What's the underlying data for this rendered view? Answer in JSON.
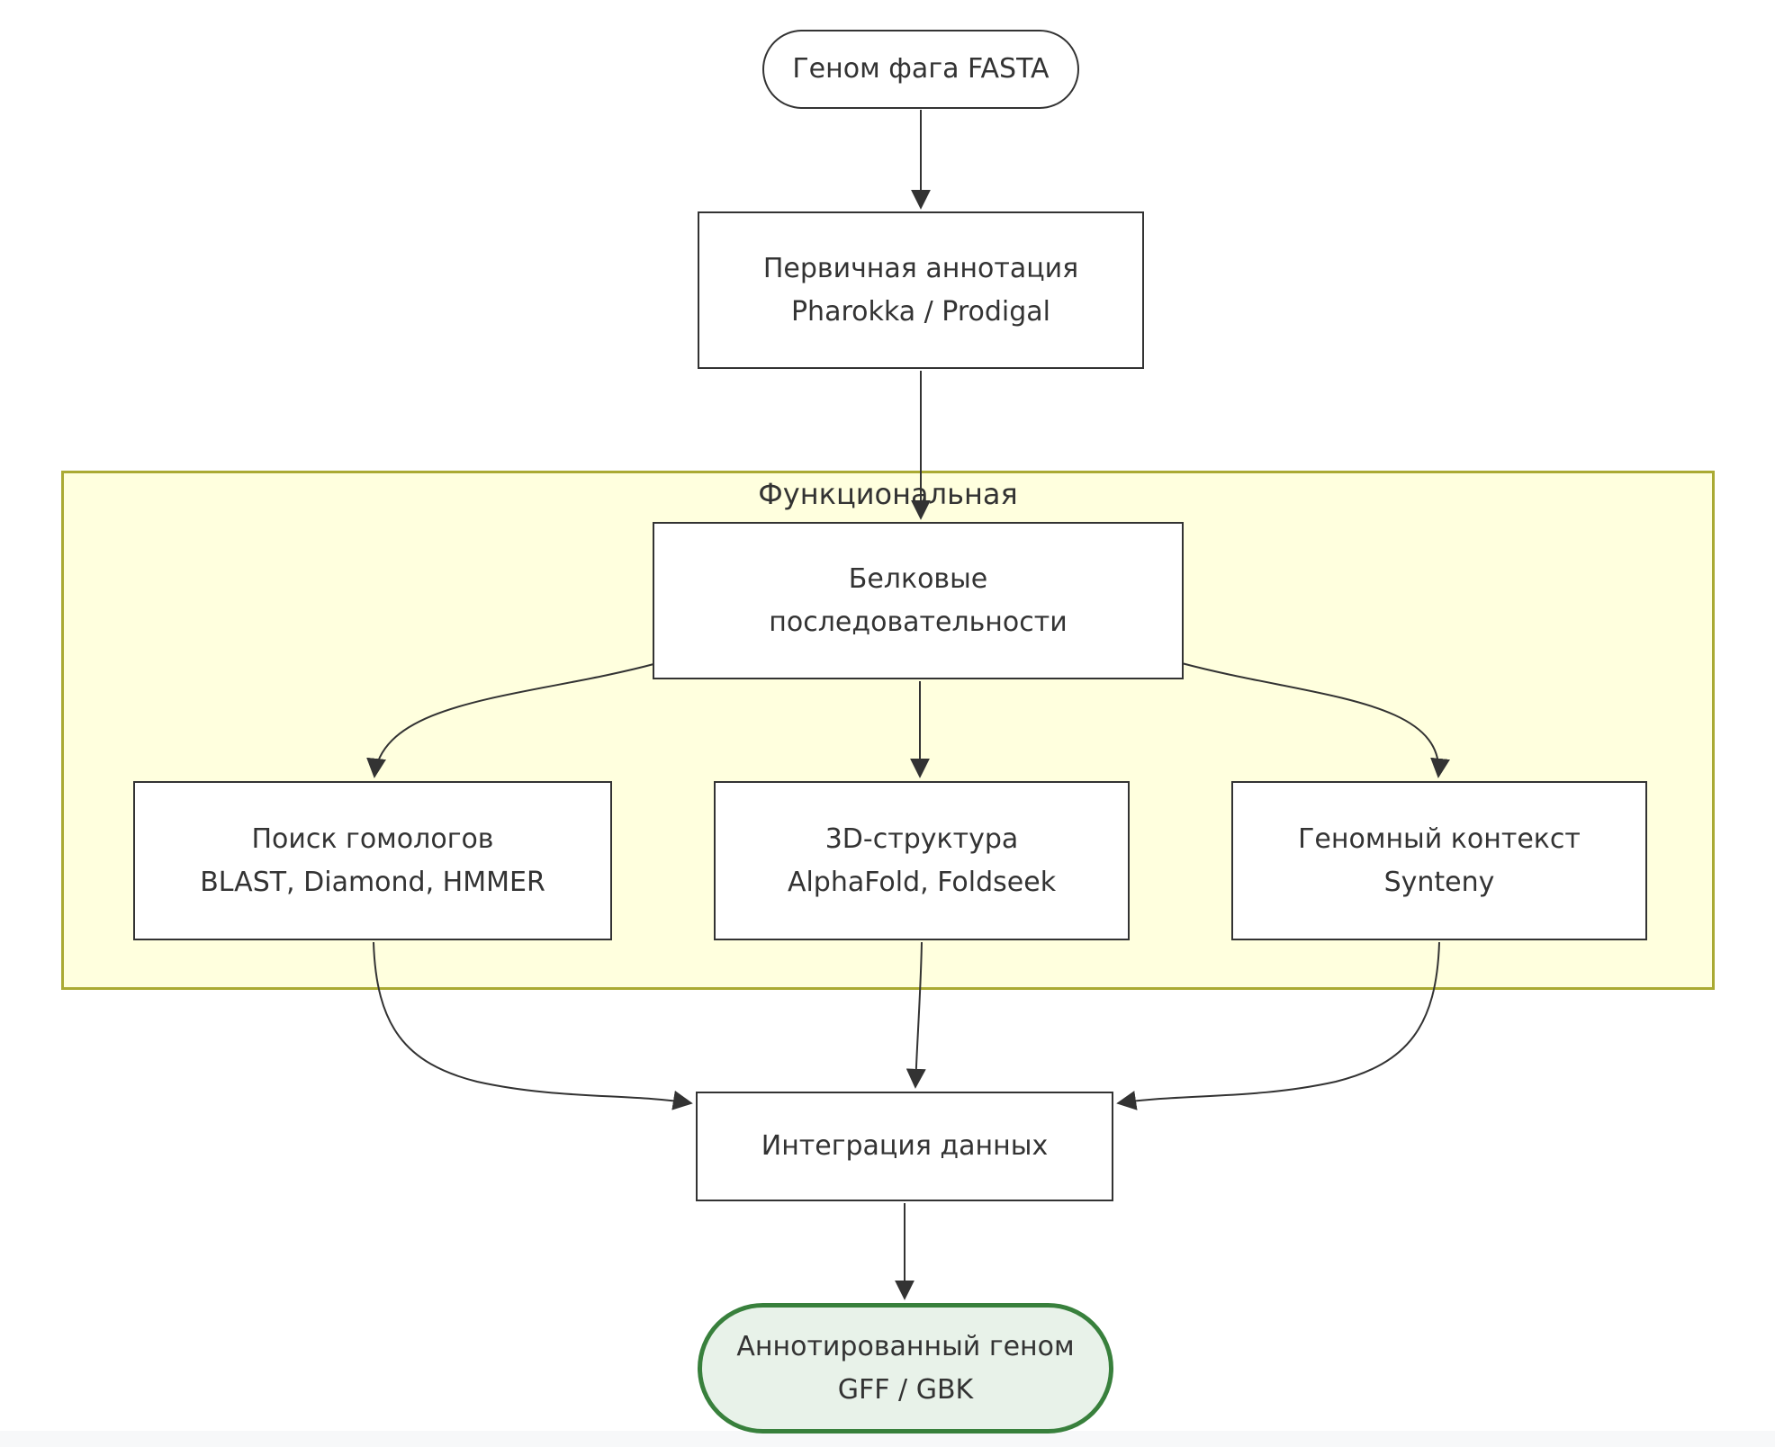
{
  "cluster": {
    "label": "Функциональная"
  },
  "nodes": {
    "start": {
      "label": "Геном фага FASTA",
      "shape": "stadium"
    },
    "primary": {
      "line1": "Первичная аннотация",
      "line2": "Pharokka / Prodigal"
    },
    "protein": {
      "line1": "Белковые",
      "line2": "последовательности"
    },
    "homologs": {
      "line1": "Поиск гомологов",
      "line2": "BLAST, Diamond, HMMER"
    },
    "structure": {
      "line1": "3D-структура",
      "line2": "AlphaFold, Foldseek"
    },
    "context": {
      "line1": "Геномный контекст",
      "line2": "Synteny"
    },
    "integration": {
      "label": "Интеграция данных"
    },
    "output": {
      "line1": "Аннотированный геном",
      "line2": "GFF / GBK",
      "shape": "stadium"
    }
  },
  "edges": [
    {
      "from": "start",
      "to": "primary"
    },
    {
      "from": "primary",
      "to": "protein"
    },
    {
      "from": "protein",
      "to": "homologs"
    },
    {
      "from": "protein",
      "to": "structure"
    },
    {
      "from": "protein",
      "to": "context"
    },
    {
      "from": "homologs",
      "to": "integration"
    },
    {
      "from": "structure",
      "to": "integration"
    },
    {
      "from": "context",
      "to": "integration"
    },
    {
      "from": "integration",
      "to": "output"
    }
  ],
  "colors": {
    "canvas_bg": "#ffffff",
    "text": "#333333",
    "line": "#333333",
    "node_fill": "#ffffff",
    "node_stroke": "#333333",
    "cluster_fill": "#ffffde",
    "cluster_stroke": "#aaaa33",
    "output_fill": "#e8f2e9",
    "output_stroke": "#38803c",
    "footer_strip": "#f7f8f9"
  }
}
